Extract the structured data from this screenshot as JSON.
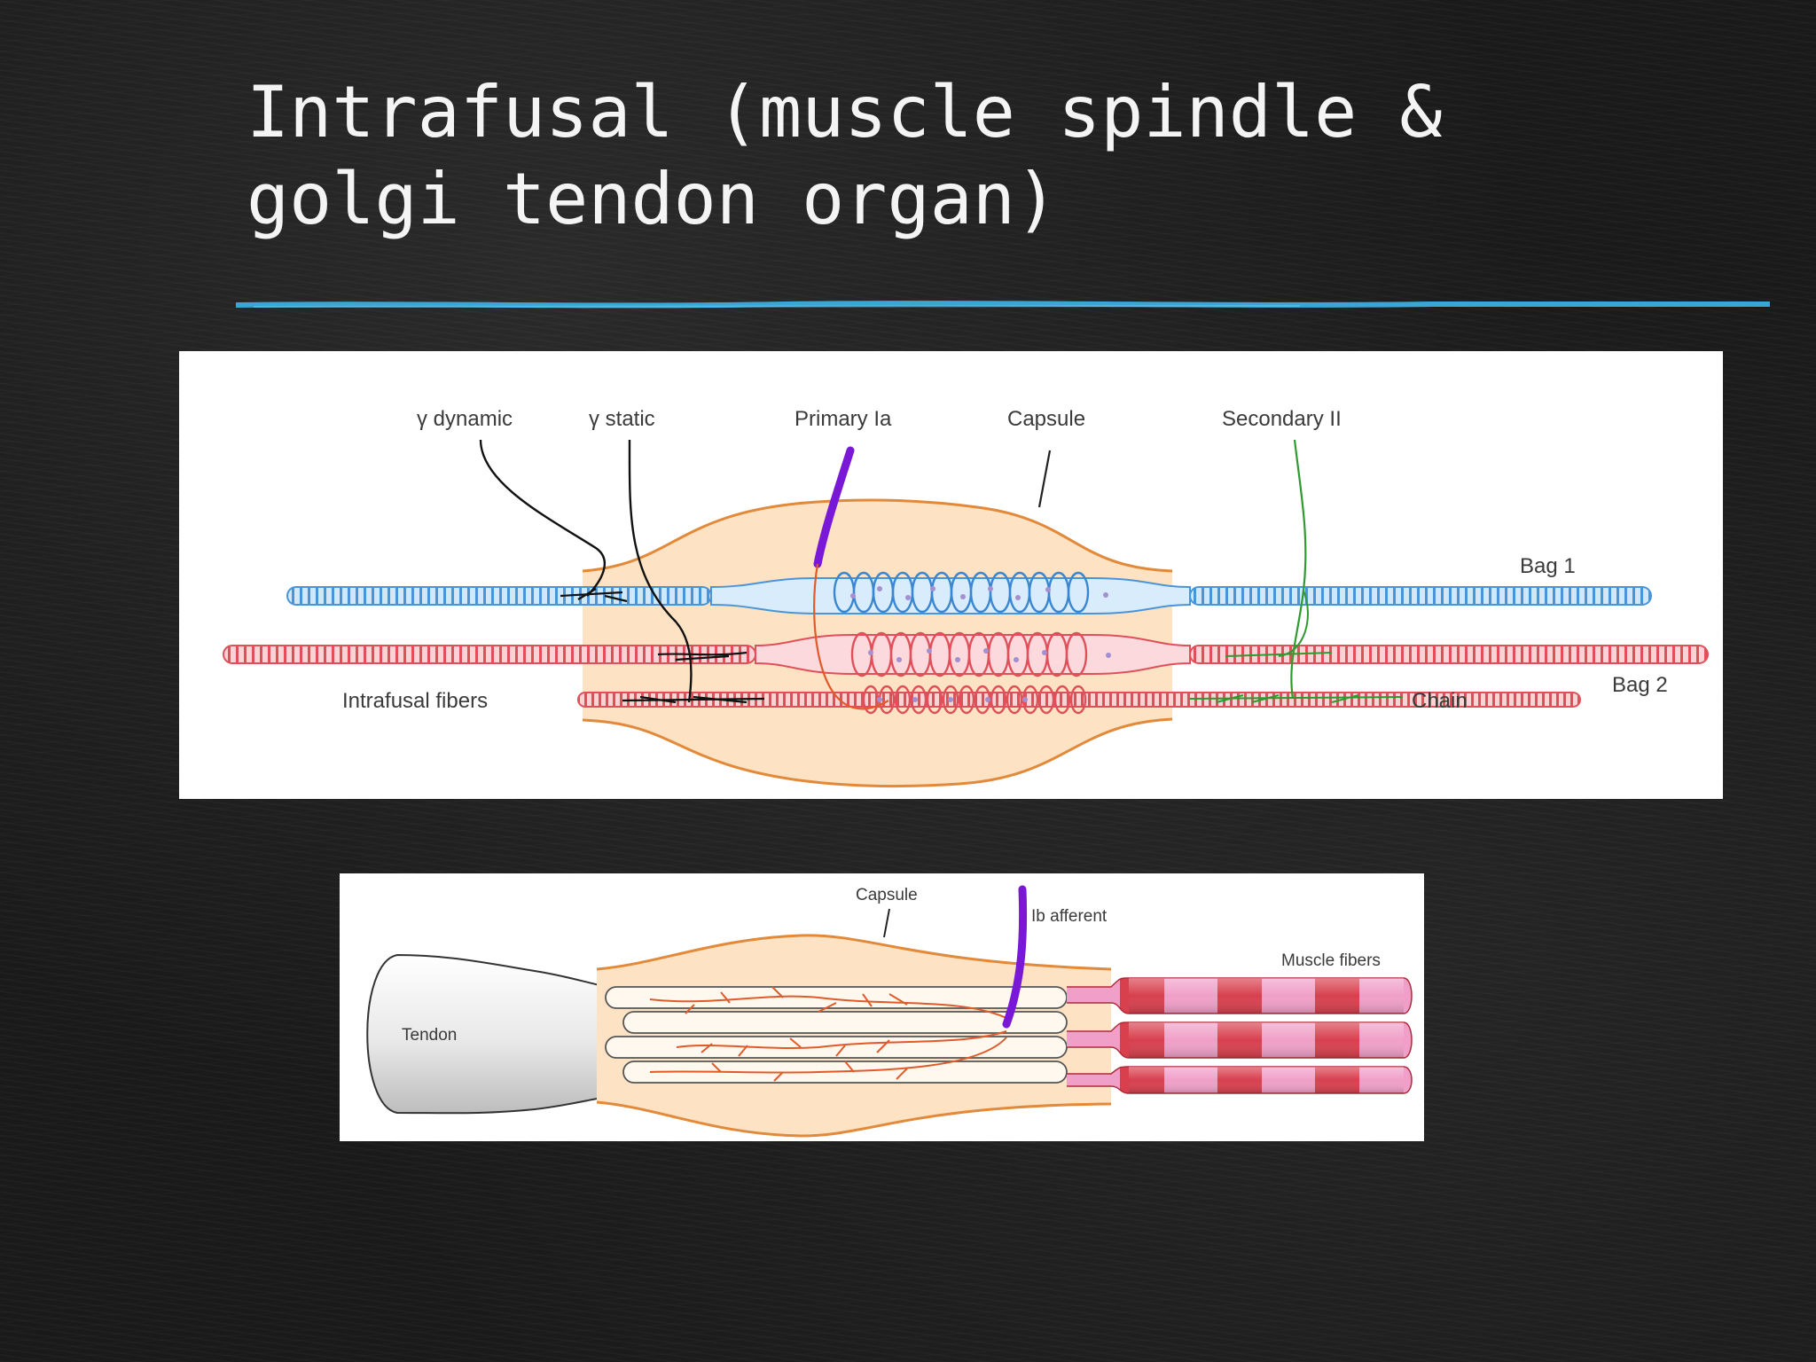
{
  "slide": {
    "title_line1": "Intrafusal (muscle spindle &",
    "title_line2": "golgi tendon organ)",
    "rule_color": "#3aa6d6",
    "background": "chalkboard"
  },
  "spindle_diagram": {
    "labels": {
      "gamma_dynamic": "γ dynamic",
      "gamma_static": "γ static",
      "primary": "Primary Ia",
      "capsule": "Capsule",
      "secondary": "Secondary II",
      "bag1": "Bag 1",
      "bag2": "Bag 2",
      "chain": "Chain",
      "intrafusal": "Intrafusal fibers"
    },
    "colors": {
      "bag1": "#8fc8f0",
      "bag2": "#f0a0a8",
      "chain": "#f0a0a8",
      "capsule_fill": "#fde3c4",
      "capsule_line": "#e2893a",
      "primary_axon": "#7a18d8",
      "secondary_axon": "#2f9a2f",
      "gamma_axon": "#111111"
    }
  },
  "gto_diagram": {
    "labels": {
      "capsule": "Capsule",
      "afferent": "Ib afferent",
      "muscle": "Muscle fibers",
      "tendon": "Tendon"
    },
    "colors": {
      "capsule_fill": "#fde3c4",
      "capsule_line": "#e2893a",
      "afferent_axon": "#7a18d8",
      "nerve_branches": "#e05a2a",
      "muscle_dark": "#d8404e",
      "muscle_light": "#f0a0c8"
    }
  }
}
